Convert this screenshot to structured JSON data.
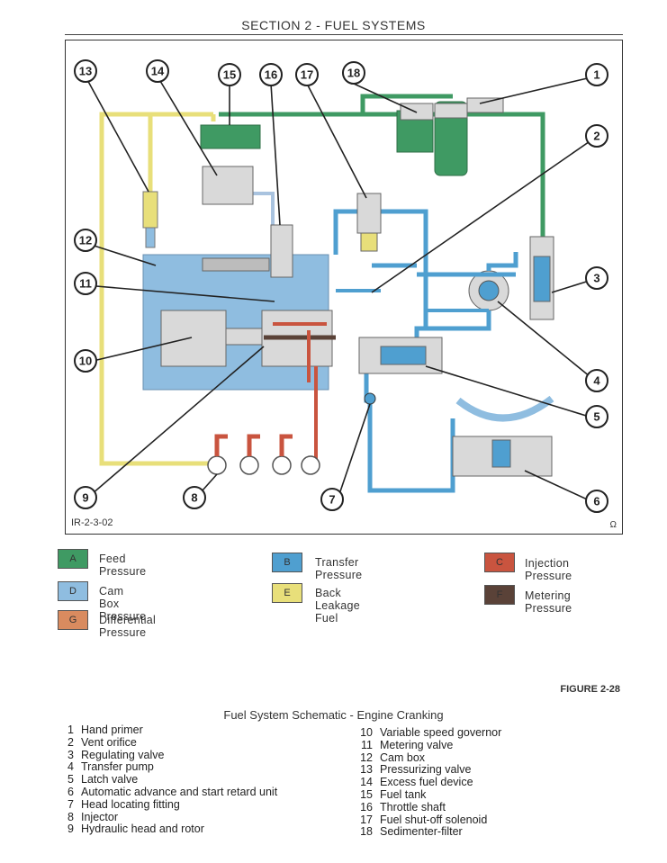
{
  "header": {
    "section_title": "SECTION 2 - FUEL SYSTEMS"
  },
  "figure": {
    "code": "IR-2-3-02",
    "corner_mark": "Ω",
    "number": "FIGURE 2-28",
    "caption": "Fuel System Schematic - Engine Cranking"
  },
  "colors": {
    "feed": "#3f9a63",
    "transfer": "#4f9fd0",
    "injection": "#c9543f",
    "cambox": "#8fbde0",
    "backleak": "#e8df7a",
    "metering": "#5a4238",
    "differential": "#d98b5f"
  },
  "legend": [
    {
      "letter": "A",
      "label": "Feed Pressure",
      "color": "#3f9a63"
    },
    {
      "letter": "B",
      "label": "Transfer Pressure",
      "color": "#4f9fd0"
    },
    {
      "letter": "C",
      "label": "Injection Pressure",
      "color": "#c9543f"
    },
    {
      "letter": "D",
      "label": "Cam Box Pressure",
      "color": "#8fbde0"
    },
    {
      "letter": "E",
      "label": "Back Leakage Fuel",
      "color": "#e8df7a"
    },
    {
      "letter": "F",
      "label": "Metering Pressure",
      "color": "#5a4238"
    },
    {
      "letter": "G",
      "label": "Differential Pressure",
      "color": "#d98b5f"
    }
  ],
  "callouts": [
    "1",
    "2",
    "3",
    "4",
    "5",
    "6",
    "7",
    "8",
    "9",
    "10",
    "11",
    "12",
    "13",
    "14",
    "15",
    "16",
    "17",
    "18"
  ],
  "parts_left": [
    {
      "n": "1",
      "name": "Hand primer"
    },
    {
      "n": "2",
      "name": "Vent orifice"
    },
    {
      "n": "3",
      "name": "Regulating valve"
    },
    {
      "n": "4",
      "name": "Transfer pump"
    },
    {
      "n": "5",
      "name": "Latch valve"
    },
    {
      "n": "6",
      "name": "Automatic advance and start retard unit"
    },
    {
      "n": "7",
      "name": "Head locating fitting"
    },
    {
      "n": "8",
      "name": "Injector"
    },
    {
      "n": "9",
      "name": "Hydraulic head and rotor"
    }
  ],
  "parts_right": [
    {
      "n": "10",
      "name": "Variable speed governor"
    },
    {
      "n": "11",
      "name": "Metering valve"
    },
    {
      "n": "12",
      "name": "Cam box"
    },
    {
      "n": "13",
      "name": "Pressurizing valve"
    },
    {
      "n": "14",
      "name": "Excess fuel device"
    },
    {
      "n": "15",
      "name": "Fuel tank"
    },
    {
      "n": "16",
      "name": "Throttle shaft"
    },
    {
      "n": "17",
      "name": "Fuel shut-off solenoid"
    },
    {
      "n": "18",
      "name": "Sedimenter-filter"
    }
  ]
}
